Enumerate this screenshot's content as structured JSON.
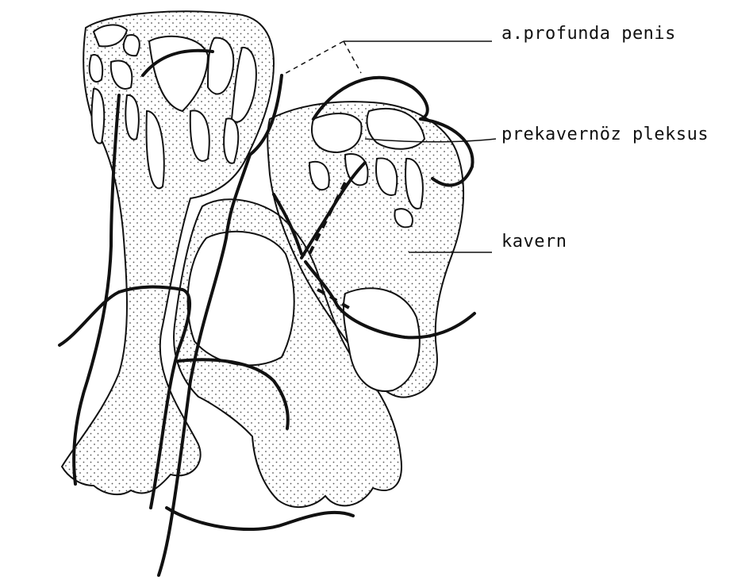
{
  "labels": {
    "artery": "a.profunda penis",
    "plexus": "prekavernöz pleksus",
    "kavern": "kavern"
  },
  "colors": {
    "ink": "#111111",
    "stipple": "#555555",
    "background": "#ffffff"
  }
}
